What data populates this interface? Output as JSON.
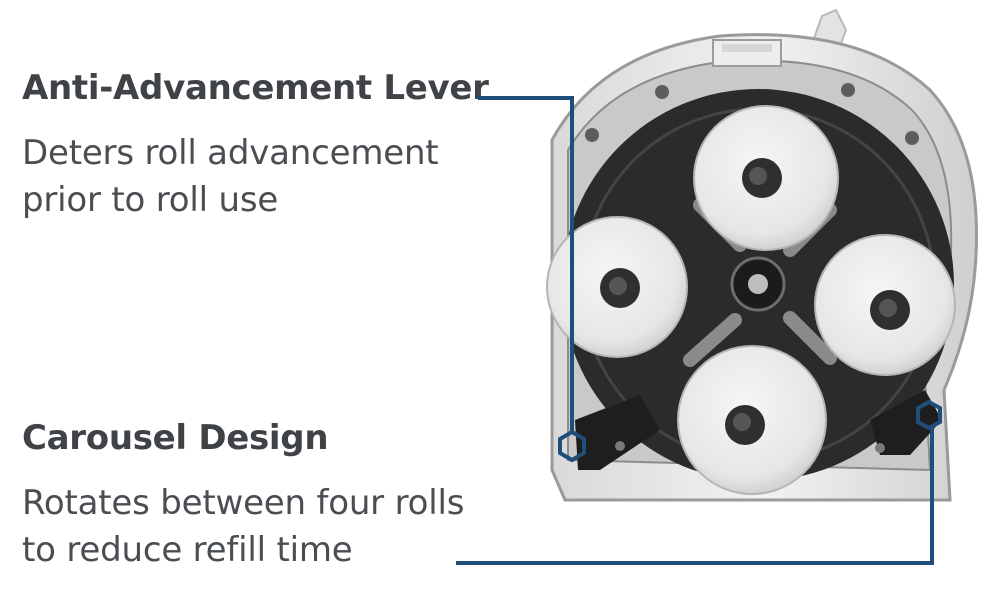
{
  "callouts": [
    {
      "title": "Anti-Advancement Lever",
      "description_lines": [
        "Deters roll advancement",
        "prior to roll use"
      ]
    },
    {
      "title": "Carousel Design",
      "description_lines": [
        "Rotates between four rolls",
        "to reduce refill time"
      ]
    }
  ],
  "colors": {
    "leader_line": "#1f4e79",
    "heading_text": "#3f4347",
    "body_text": "#4a4e52"
  },
  "image": {
    "subject": "dispenser-carousel-photo"
  }
}
